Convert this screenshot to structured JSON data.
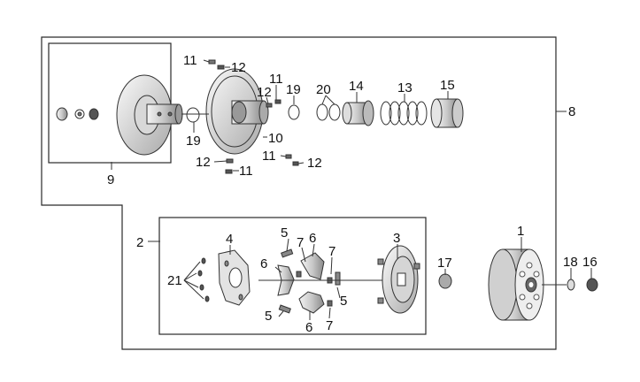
{
  "labels": {
    "p1": "1",
    "p2": "2",
    "p3": "3",
    "p4": "4",
    "p5a": "5",
    "p5b": "5",
    "p5c": "5",
    "p6a": "6",
    "p6b": "6",
    "p6c": "6",
    "p7a": "7",
    "p7b": "7",
    "p7c": "7",
    "p8": "8",
    "p9": "9",
    "p10": "10",
    "p11a": "11",
    "p11b": "11",
    "p11c": "11",
    "p11d": "11",
    "p12a": "12",
    "p12b": "12",
    "p12c": "12",
    "p12d": "12",
    "p13": "13",
    "p14": "14",
    "p15": "15",
    "p16": "16",
    "p17": "17",
    "p18": "18",
    "p19a": "19",
    "p19b": "19",
    "p20": "20",
    "p21": "21"
  },
  "colors": {
    "line": "#333333",
    "part_light": "#e8e8e8",
    "part_mid": "#bdbdbd",
    "part_dark": "#6e6e6e"
  }
}
